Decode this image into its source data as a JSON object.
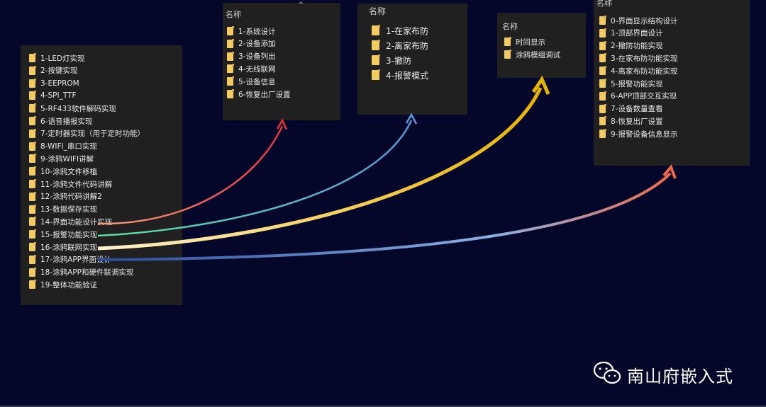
{
  "main_list": {
    "items": [
      "1-LED灯实现",
      "2-按键实现",
      "3-EEPROM",
      "4-SPI_TTF",
      "5-RF433软件解码实现",
      "6-语音播报实现",
      "7-定时器实现（用于定时功能）",
      "8-WIFI_串口实现",
      "9-涂鸦WIFI讲解",
      "10-涂鸦文件移植",
      "11-涂鸦文件代码讲解",
      "12-涂鸦代码讲解2",
      "13-数据保存实现",
      "14-界面功能设计实现",
      "15-报警功能实现",
      "16-涂鸦联网实现",
      "17-涂鸦APP界面设计",
      "18-涂鸦APP和硬件联调实现",
      "19-整体功能验证"
    ]
  },
  "panel_interface": {
    "header": "名称",
    "items": [
      "1-系统设计",
      "2-设备添加",
      "3-设备列出",
      "4-无线联网",
      "5-设备信息",
      "6-恢复出厂设置"
    ]
  },
  "panel_alarm": {
    "header": "名称",
    "items": [
      "1-在家布防",
      "2-离家布防",
      "3-撤防",
      "4-报警模式"
    ]
  },
  "panel_network": {
    "header": "名称",
    "items": [
      "时间显示",
      "涂鸦模组调试"
    ]
  },
  "panel_app": {
    "header": "名称",
    "items": [
      "0-界面显示结构设计",
      "1-顶部界面设计",
      "2-撤防功能实现",
      "3-在家布防功能实现",
      "4-离家布防功能实现",
      "5-报警功能实现",
      "6-APP顶部交互实现",
      "7-设备数量查看",
      "8-恢复出厂设置",
      "9-报警设备信息显示"
    ]
  },
  "brand": {
    "text": "南山府嵌入式"
  },
  "colors": {
    "arrow_interface": "#e8323c",
    "arrow_alarm": "#5a9ad8",
    "arrow_network": "#e8b400",
    "arrow_app": "#f06a4a"
  }
}
